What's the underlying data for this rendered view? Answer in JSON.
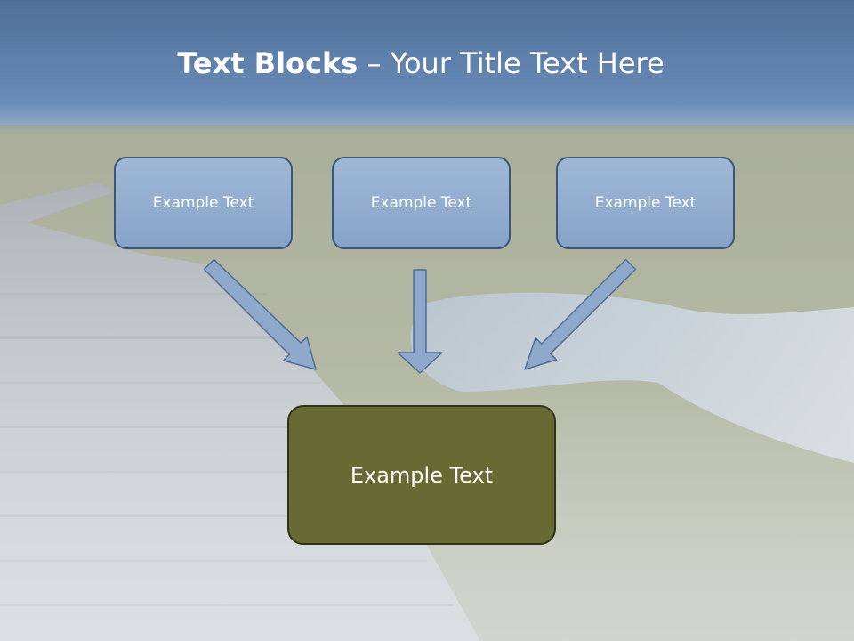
{
  "title": {
    "bold": "Text Blocks",
    "rest": " – Your Title Text Here"
  },
  "blocks": [
    "Example Text",
    "Example Text",
    "Example Text"
  ],
  "main_block": "Example Text",
  "colors": {
    "title_band": "#5f80ad",
    "block_fill": "#90abcf",
    "block_border": "#3a5678",
    "main_fill": "#686a33",
    "arrow_fill": "#8ea9cc"
  }
}
